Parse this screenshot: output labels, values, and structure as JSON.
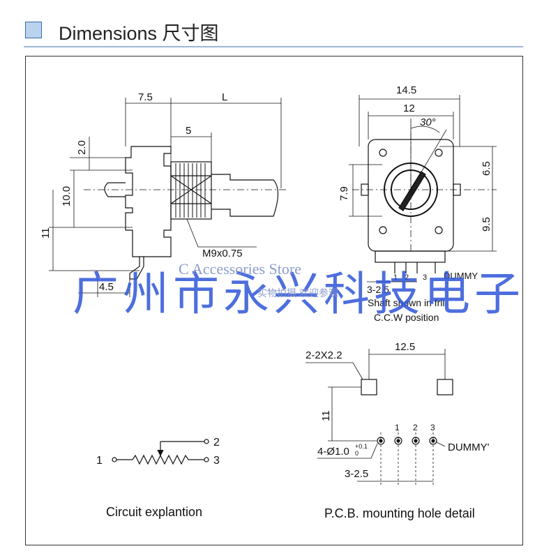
{
  "header": {
    "title": "Dimensions 尺寸图"
  },
  "side_view": {
    "dim_7_5": "7.5",
    "dim_L": "L",
    "dim_5": "5",
    "dim_2_0": "2.0",
    "dim_10_0": "10.0",
    "dim_11": "11",
    "dim_4_5": "4.5",
    "thread": "M9x0.75"
  },
  "front_view": {
    "dim_14_5": "14.5",
    "dim_12": "12",
    "angle": "30°",
    "dim_6_5": "6.5",
    "dim_7_9": "7.9",
    "dim_9_5": "9.5",
    "pin_labels": [
      "1",
      "2",
      "3"
    ],
    "dummy": "DUMMY",
    "dim_3_2_5": "3-2.5",
    "note_line1": "Shaft shown in frll",
    "note_line2": "C.C.W position"
  },
  "circuit": {
    "pin1": "1",
    "pin2": "2",
    "pin3": "3",
    "caption": "Circuit explantion"
  },
  "pcb": {
    "hole_size": "2-2X2.2",
    "dim_12_5": "12.5",
    "dim_11": "11",
    "pin_labels": [
      "1",
      "2",
      "3"
    ],
    "dummy": "DUMMY'",
    "hole_dia": "4-Ø1.0",
    "tol": "+0.1",
    "tol_low": "0",
    "dim_3_2_5": "3-2.5",
    "caption": "P.C.B.  mounting hole detail"
  },
  "watermark": {
    "cn": "广州市永兴科技电子",
    "en": "C Accessories Store",
    "sub": "实物拍摄 欢迎参观"
  }
}
